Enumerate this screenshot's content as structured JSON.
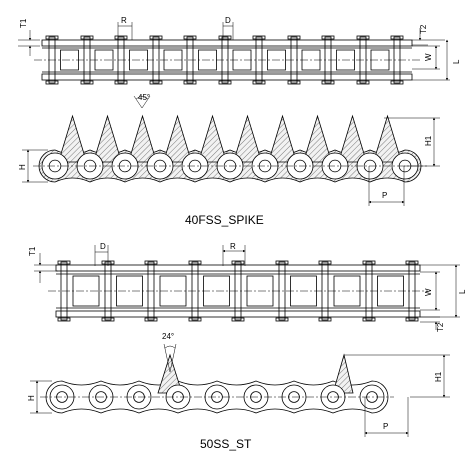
{
  "diagram1": {
    "caption": "40FSS_SPIKE",
    "dim_labels": {
      "T1": "T1",
      "R": "R",
      "D": "D",
      "T2": "T2",
      "W": "W",
      "L": "L",
      "H": "H",
      "H1": "H1",
      "P": "P"
    },
    "angle_label": "45°"
  },
  "diagram2": {
    "caption": "50SS_ST",
    "dim_labels": {
      "T1": "T1",
      "D": "D",
      "R": "R",
      "W": "W",
      "L": "L",
      "T2": "T2",
      "H": "H",
      "H1": "H1",
      "P": "P"
    },
    "angle_label": "24°"
  },
  "colors": {
    "line": "#000000",
    "hatch": "#7a7a7a",
    "fill": "#e9e9e9",
    "background": "#ffffff"
  }
}
